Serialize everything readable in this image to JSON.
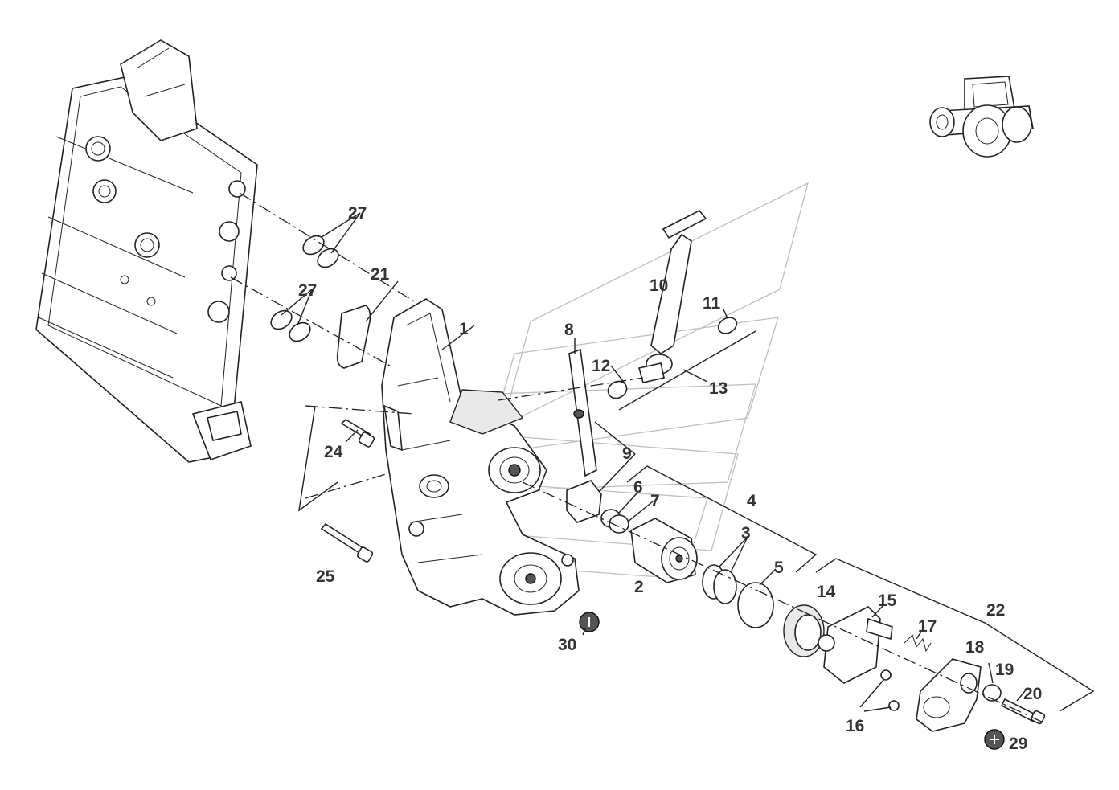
{
  "labels": {
    "l1": "1",
    "l2": "2",
    "l3": "3",
    "l4": "4",
    "l5": "5",
    "l6": "6",
    "l7": "7",
    "l8": "8",
    "l9": "9",
    "l10": "10",
    "l11": "11",
    "l12": "12",
    "l13": "13",
    "l14": "14",
    "l15": "15",
    "l16": "16",
    "l17": "17",
    "l18": "18",
    "l19": "19",
    "l20": "20",
    "l21": "21",
    "l22": "22",
    "l24": "24",
    "l25": "25",
    "l27a": "27",
    "l27b": "27",
    "l29": "29",
    "l30": "30"
  }
}
